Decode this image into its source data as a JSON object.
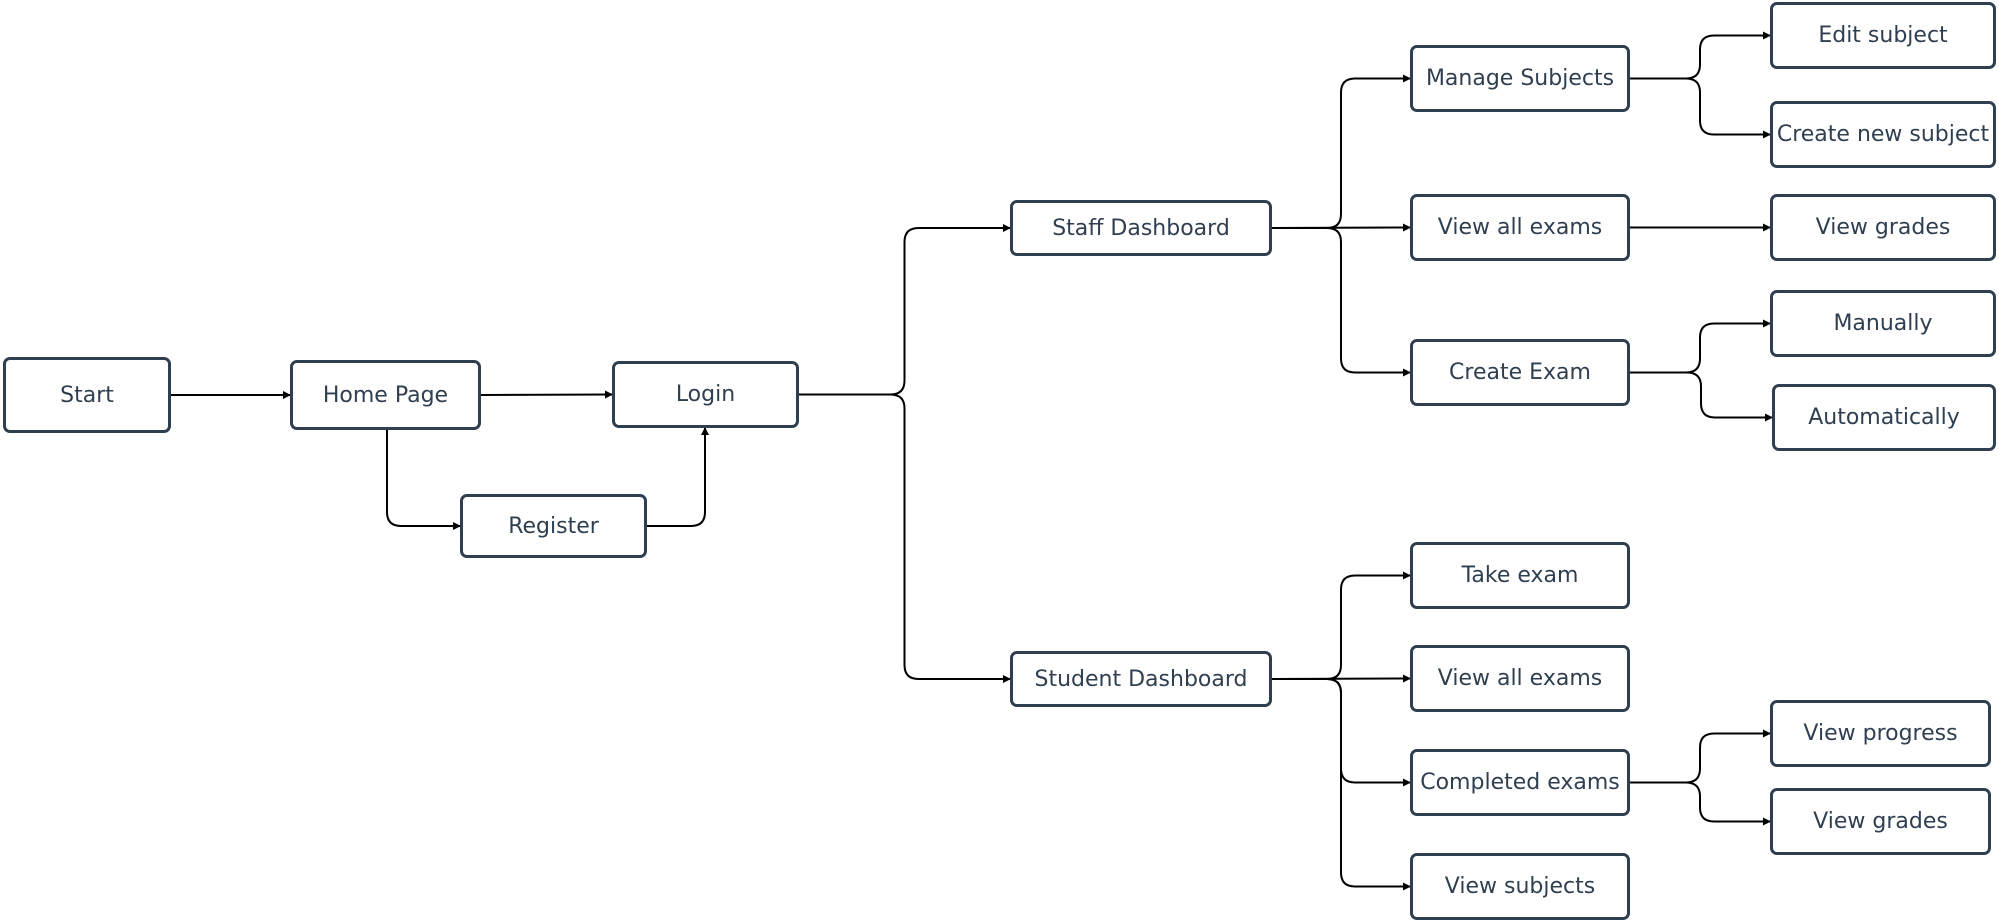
{
  "diagram": {
    "stroke_color": "#000000",
    "node_border_color": "#2f3f50",
    "node_text_color": "#2f3f50",
    "nodes": [
      {
        "id": "start",
        "label": "Start"
      },
      {
        "id": "home-page",
        "label": "Home Page"
      },
      {
        "id": "login",
        "label": "Login"
      },
      {
        "id": "register",
        "label": "Register"
      },
      {
        "id": "staff-dashboard",
        "label": "Staff Dashboard"
      },
      {
        "id": "student-dashboard",
        "label": "Student Dashboard"
      },
      {
        "id": "manage-subjects",
        "label": "Manage Subjects"
      },
      {
        "id": "staff-view-all-exams",
        "label": "View all exams"
      },
      {
        "id": "create-exam",
        "label": "Create Exam"
      },
      {
        "id": "edit-subject",
        "label": "Edit subject"
      },
      {
        "id": "create-new-subject",
        "label": "Create new subject"
      },
      {
        "id": "staff-view-grades",
        "label": "View grades"
      },
      {
        "id": "manually",
        "label": "Manually"
      },
      {
        "id": "automatically",
        "label": "Automatically"
      },
      {
        "id": "take-exam",
        "label": "Take exam"
      },
      {
        "id": "student-view-all-exams",
        "label": "View all exams"
      },
      {
        "id": "completed-exams",
        "label": "Completed exams"
      },
      {
        "id": "view-subjects",
        "label": "View subjects"
      },
      {
        "id": "view-progress",
        "label": "View progress"
      },
      {
        "id": "student-view-grades",
        "label": "View grades"
      }
    ],
    "edges": [
      {
        "from": "start",
        "to": "home-page"
      },
      {
        "from": "home-page",
        "to": "login"
      },
      {
        "from": "home-page",
        "to": "register"
      },
      {
        "from": "register",
        "to": "login"
      },
      {
        "from": "login",
        "to": "staff-dashboard"
      },
      {
        "from": "login",
        "to": "student-dashboard"
      },
      {
        "from": "staff-dashboard",
        "to": "manage-subjects"
      },
      {
        "from": "staff-dashboard",
        "to": "staff-view-all-exams"
      },
      {
        "from": "staff-dashboard",
        "to": "create-exam"
      },
      {
        "from": "manage-subjects",
        "to": "edit-subject"
      },
      {
        "from": "manage-subjects",
        "to": "create-new-subject"
      },
      {
        "from": "staff-view-all-exams",
        "to": "staff-view-grades"
      },
      {
        "from": "create-exam",
        "to": "manually"
      },
      {
        "from": "create-exam",
        "to": "automatically"
      },
      {
        "from": "student-dashboard",
        "to": "take-exam"
      },
      {
        "from": "student-dashboard",
        "to": "student-view-all-exams"
      },
      {
        "from": "student-dashboard",
        "to": "completed-exams"
      },
      {
        "from": "student-dashboard",
        "to": "view-subjects"
      },
      {
        "from": "completed-exams",
        "to": "view-progress"
      },
      {
        "from": "completed-exams",
        "to": "student-view-grades"
      }
    ]
  }
}
